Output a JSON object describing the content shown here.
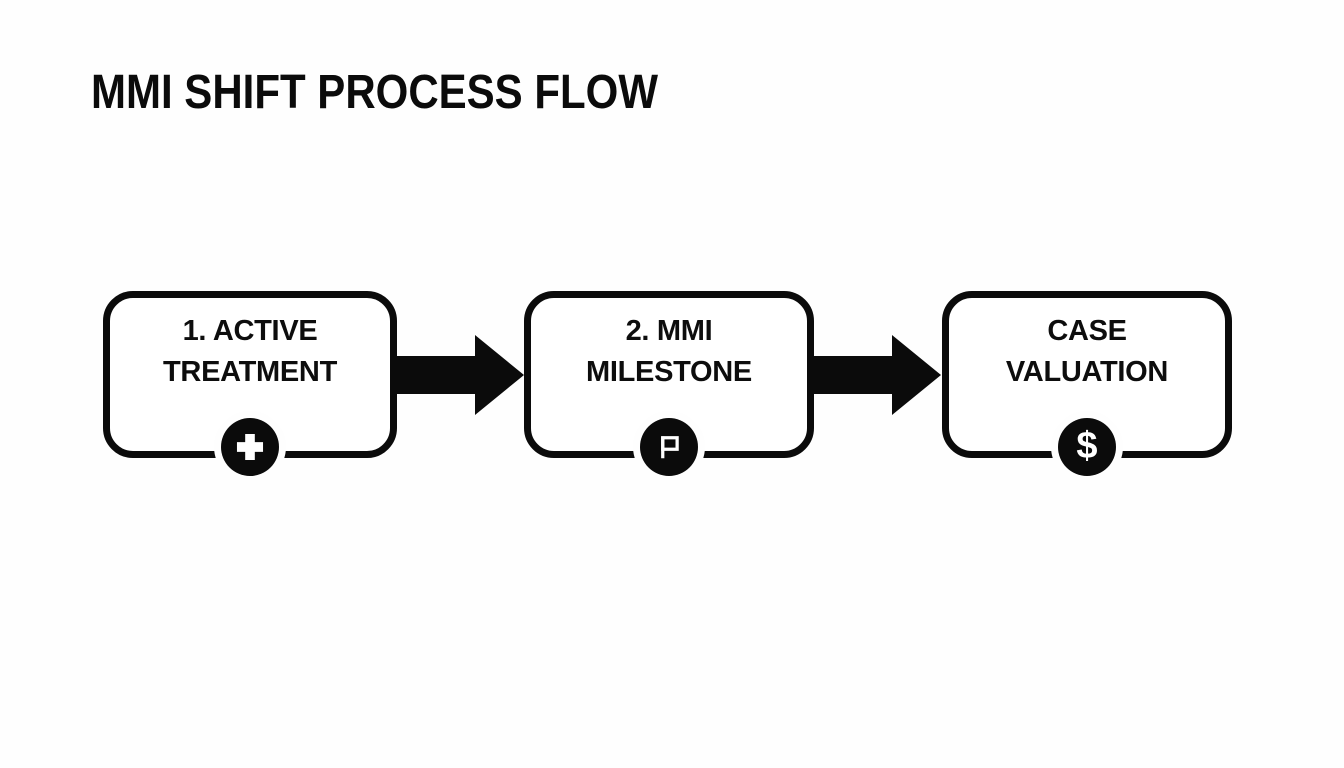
{
  "title": "MMI SHIFT PROCESS FLOW",
  "diagram_type": "process-flow",
  "steps": [
    {
      "label": "1. ACTIVE\nTREATMENT",
      "icon": "plus-icon"
    },
    {
      "label": "2. MMI\nMILESTONE",
      "icon": "flag-icon"
    },
    {
      "label": "CASE\nVALUATION",
      "icon": "dollar-icon",
      "glyph": "$"
    }
  ],
  "connectors": [
    {
      "from": "1. ACTIVE TREATMENT",
      "to": "2. MMI MILESTONE",
      "icon": "arrow-right-icon"
    },
    {
      "from": "2. MMI MILESTONE",
      "to": "CASE VALUATION",
      "icon": "arrow-right-icon"
    }
  ],
  "colors": {
    "ink": "#0b0b0b",
    "background": "#fefefe",
    "box_fill": "#ffffff",
    "icon_foreground": "#ffffff"
  }
}
